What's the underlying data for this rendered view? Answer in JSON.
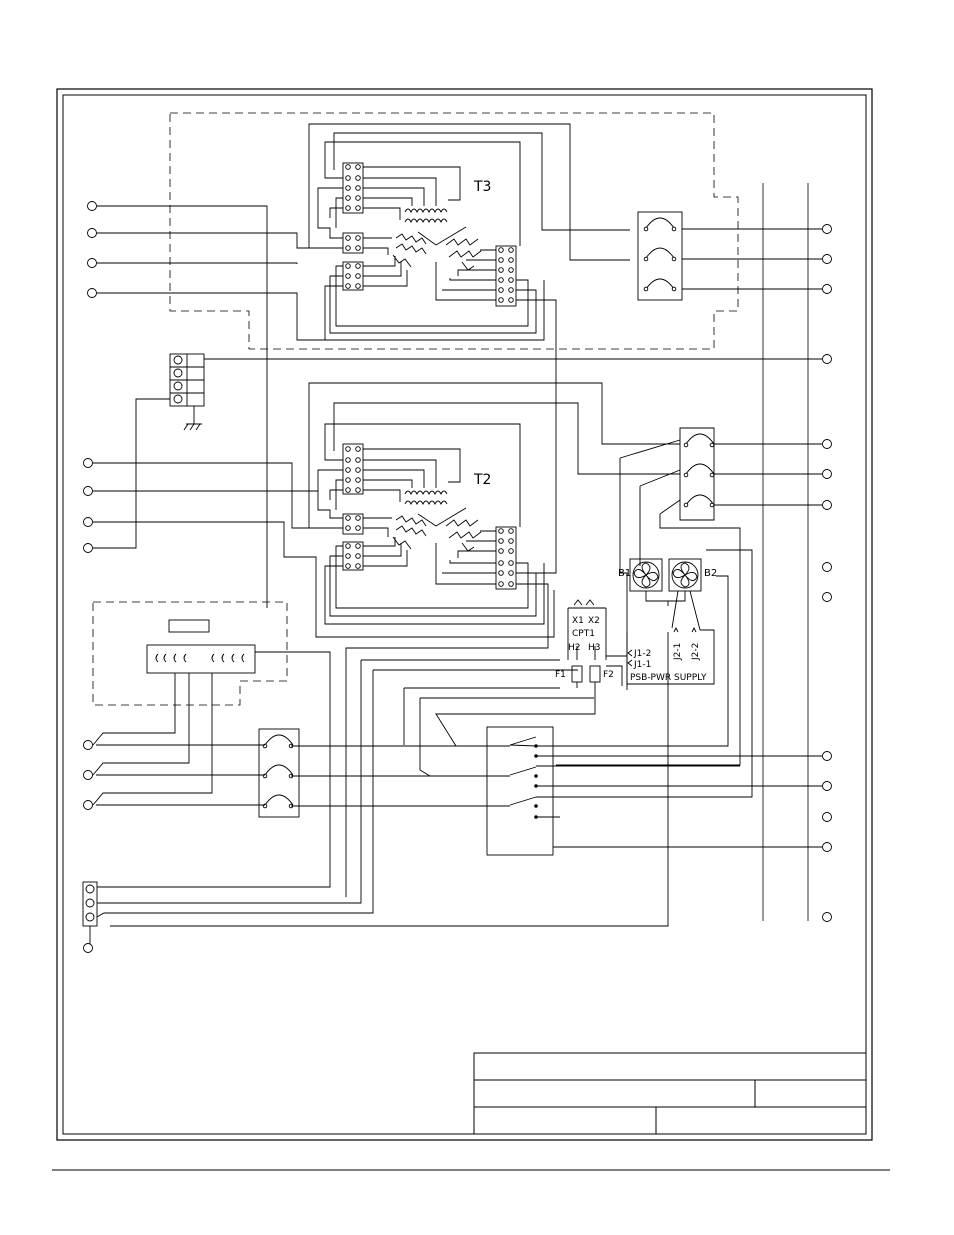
{
  "transformers": [
    {
      "id": "t3",
      "label": "T3"
    },
    {
      "id": "t2",
      "label": "T2"
    }
  ],
  "control": {
    "cpt": "CPT1",
    "x1": "X1",
    "x2": "X2",
    "h2": "H2",
    "h3": "H3",
    "f1": "F1",
    "f2": "F2",
    "b1": "B1",
    "b2": "B2",
    "j1_2": "J1-2",
    "j1_1": "J1-1",
    "j2_1": "J2-1",
    "j2_2": "J2-2",
    "psb": "PSB-PWR SUPPLY"
  },
  "title_block": {
    "title": "",
    "subtitle": "",
    "sheet": "",
    "drawing_no": "",
    "revision": ""
  }
}
